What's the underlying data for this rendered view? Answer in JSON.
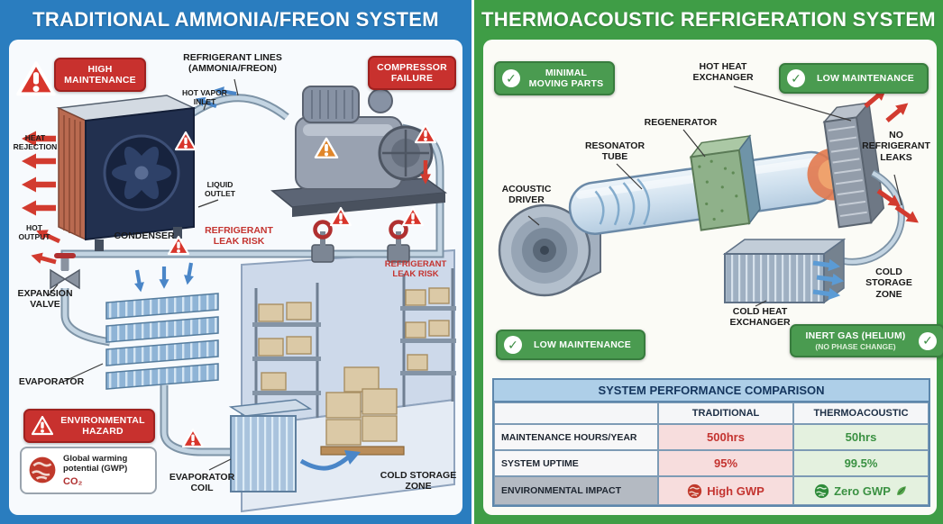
{
  "colors": {
    "left_accent": "#2a7dbf",
    "right_accent": "#3f9d46",
    "alert_red": "#c8312e",
    "ok_green": "#4a9b50",
    "bad_text": "#c43430",
    "good_text": "#3a9142",
    "table_header_bg": "#aecfe8"
  },
  "icons": {
    "check": "✓"
  },
  "left_panel": {
    "title": "TRADITIONAL AMMONIA/FREON SYSTEM",
    "badges": {
      "high_maintenance": "HIGH\nMAINTENANCE",
      "compressor_failure": "COMPRESSOR\nFAILURE",
      "environmental_hazard": "ENVIRONMENTAL\nHAZARD"
    },
    "labels": {
      "refrigerant_lines": "REFRIGERANT LINES\n(AMMONIA/FREON)",
      "hot_vapor_inlet": "HOT VAPOR\nINLET",
      "heat_rejection": "HEAT\nREJECTION",
      "liquid_outlet": "LIQUID\nOUTLET",
      "condenser": "CONDENSER",
      "hot_output": "HOT\nOUTPUT",
      "refrigerant_leak_risk_center": "REFRIGERANT\nLEAK RISK",
      "refrigerant_leak_risk_right": "REFRIGERANT\nLEAK RISK",
      "expansion_valve": "EXPANSION\nVALVE",
      "evaporator": "EVAPORATOR",
      "evaporator_coil": "EVAPORATOR\nCOIL",
      "cold_storage_zone": "COLD STORAGE\nZONE",
      "gwp_line1": "Global warming\npotential (GWP)",
      "gwp_line2": "CO₂"
    }
  },
  "right_panel": {
    "title": "THERMOACOUSTIC REFRIGERATION SYSTEM",
    "badges": {
      "minimal_moving_parts": "MINIMAL\nMOVING PARTS",
      "low_maintenance_top": "LOW MAINTENANCE",
      "low_maintenance_bottom": "LOW MAINTENANCE",
      "inert_gas_line1": "INERT GAS (HELIUM)",
      "inert_gas_line2": "(NO PHASE CHANGE)"
    },
    "labels": {
      "hot_heat_exchanger": "HOT HEAT\nEXCHANGER",
      "regenerator": "REGENERATOR",
      "resonator_tube": "RESONATOR\nTUBE",
      "no_refrigerant_leaks": "NO\nREFRIGERANT\nLEAKS",
      "acoustic_driver": "ACOUSTIC\nDRIVER",
      "cold_heat_exchanger": "COLD HEAT\nEXCHANGER",
      "cold_storage_zone": "COLD\nSTORAGE\nZONE"
    },
    "table": {
      "title": "SYSTEM PERFORMANCE COMPARISON",
      "col_traditional": "TRADITIONAL",
      "col_thermoacoustic": "THERMOACOUSTIC",
      "rows": [
        {
          "label": "MAINTENANCE HOURS/YEAR",
          "traditional": "500hrs",
          "thermoacoustic": "50hrs"
        },
        {
          "label": "SYSTEM UPTIME",
          "traditional": "95%",
          "thermoacoustic": "99.5%"
        },
        {
          "label": "ENVIRONMENTAL IMPACT",
          "traditional": "High GWP",
          "thermoacoustic": "Zero GWP"
        }
      ]
    }
  }
}
